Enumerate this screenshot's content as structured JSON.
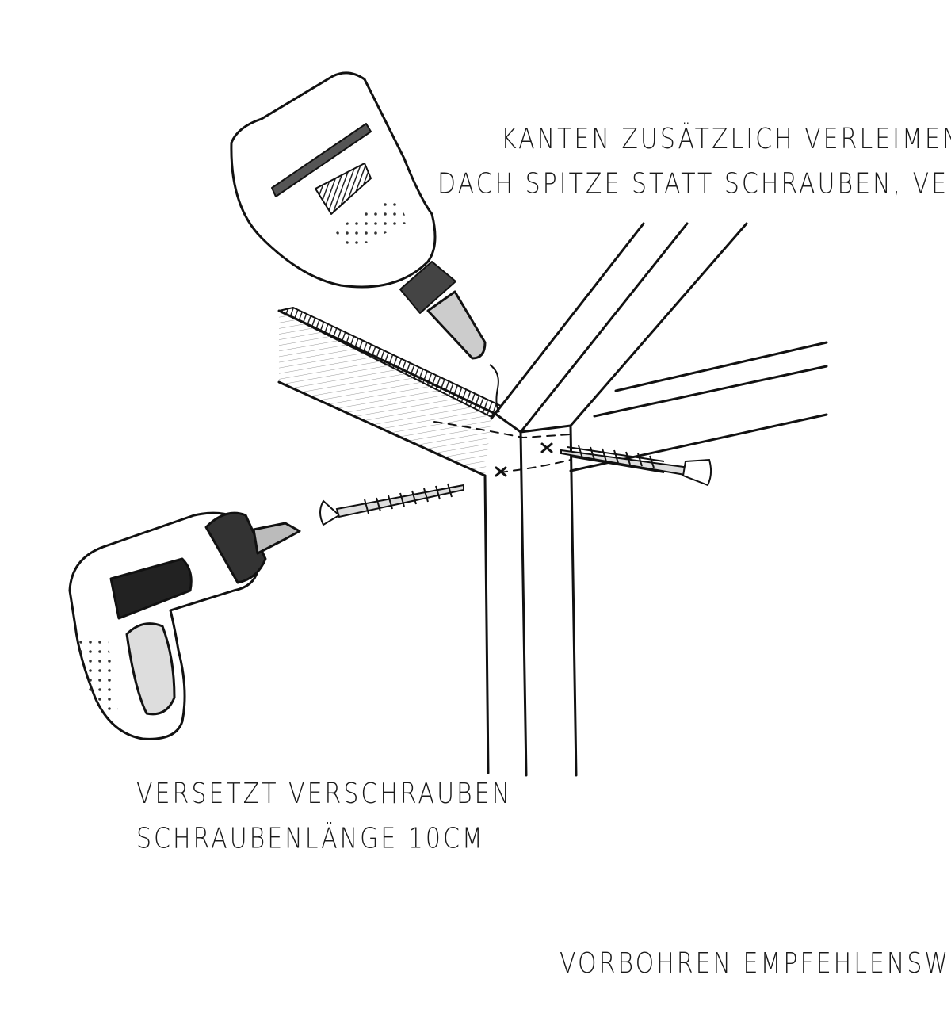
{
  "notes": {
    "glue": [
      "KANTEN ZUSÄTZLICH VERLEIMEN",
      "DACH SPITZE STATT SCHRAUBEN, VERLEIMEN"
    ],
    "screws": [
      "VERSETZT VERSCHRAUBEN",
      "SCHRAUBENLÄNGE 10CM"
    ],
    "predrill": "VORBOHREN EMPFEHLENSWERT !"
  },
  "icons": [
    "glue-bottle-icon",
    "cordless-screwdriver-icon",
    "wood-screw-icon"
  ],
  "colors": {
    "ink": "#1a1a1a",
    "paper": "#ffffff"
  }
}
